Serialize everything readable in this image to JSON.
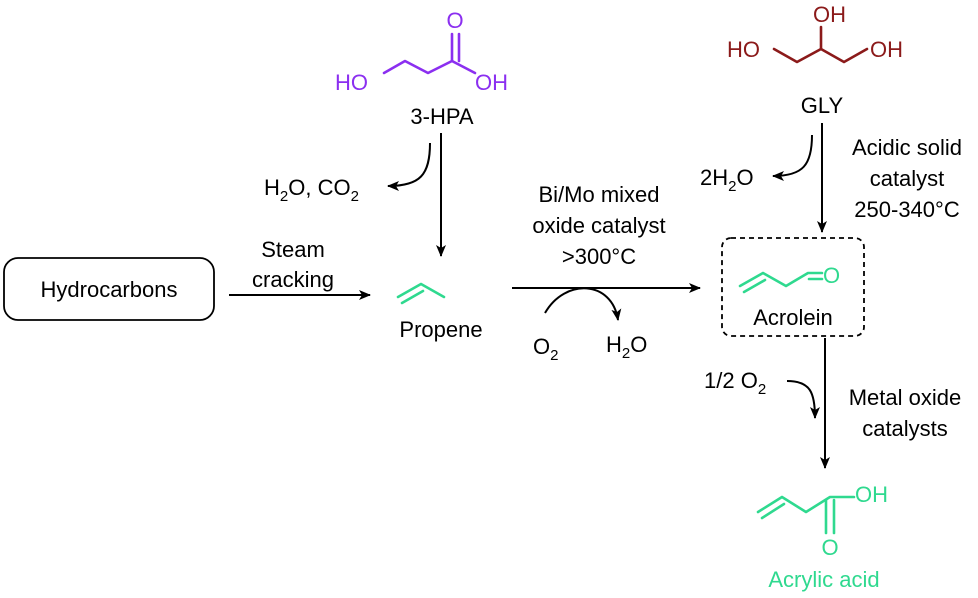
{
  "hydrocarbons": {
    "label": "Hydrocarbons"
  },
  "steam_cracking": {
    "line1": "Steam",
    "line2": "cracking"
  },
  "hpa": {
    "name": "3-HPA",
    "ho": "HO",
    "oh": "OH",
    "o": "O",
    "byproduct": {
      "h": "H",
      "two": "2",
      "o_co": "O, CO",
      "two_b": "2"
    }
  },
  "propene": {
    "name": "Propene"
  },
  "catalyst_step": {
    "line1": "Bi/Mo mixed",
    "line2": "oxide catalyst",
    "line3": ">300°C",
    "o2_o": "O",
    "o2_sub": "2",
    "h2o_h": "H",
    "h2o_sub": "2",
    "h2o_o": "O"
  },
  "gly": {
    "name": "GLY",
    "oh_top": "OH",
    "ho_left": "HO",
    "oh_right": "OH",
    "byproduct": {
      "pre": "2H",
      "sub": "2",
      "post": "O"
    },
    "condition1": "Acidic solid",
    "condition2": "catalyst",
    "condition3": "250-340°C"
  },
  "acrolein": {
    "name": "Acrolein",
    "o": "O"
  },
  "oxidation": {
    "o2_pre": "1/2 O",
    "o2_sub": "2",
    "condition1": "Metal oxide",
    "condition2": "catalysts"
  },
  "acrylic_acid": {
    "name": "Acrylic acid",
    "oh": "OH",
    "o": "O"
  },
  "colors": {
    "purple": "#8b2ff0",
    "red": "#8b1a1a",
    "green": "#2fd98f",
    "black": "#000000"
  }
}
